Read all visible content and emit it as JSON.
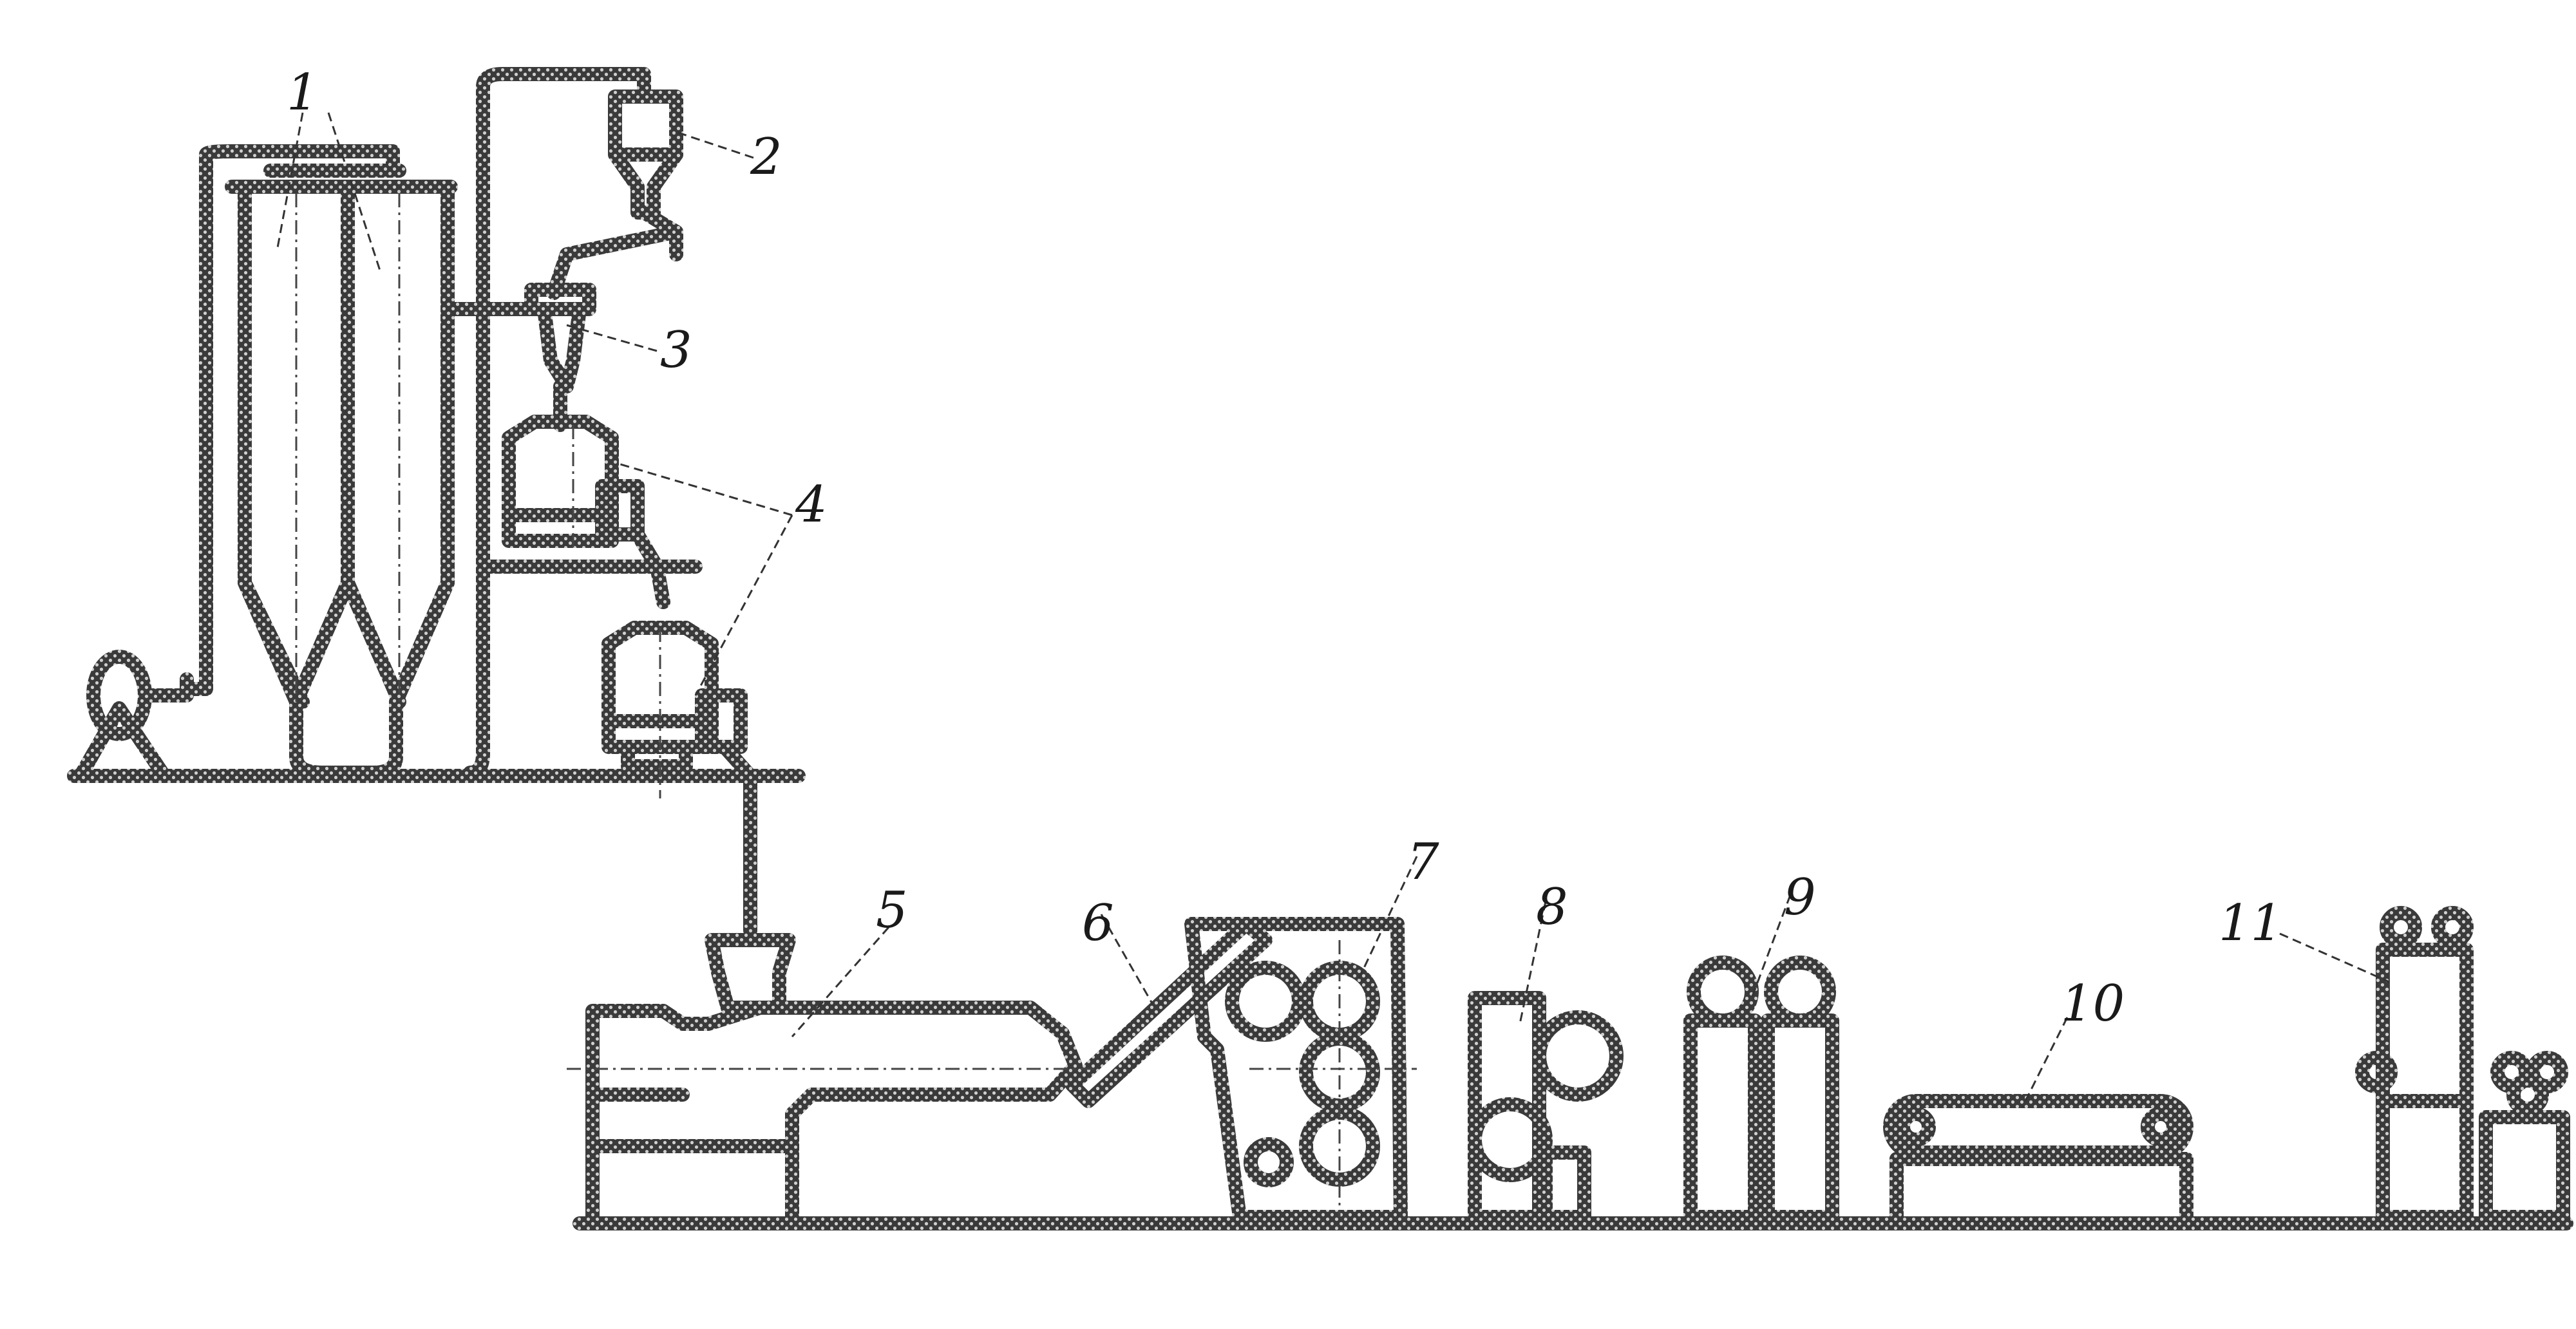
{
  "diagram": {
    "type": "process-flow-schematic",
    "style": "hatched-line-drawing",
    "colors": {
      "ink": "#2b2b2b",
      "background": "#ffffff"
    },
    "labels": [
      "1",
      "2",
      "3",
      "4",
      "5",
      "6",
      "7",
      "8",
      "9",
      "10",
      "11"
    ]
  }
}
